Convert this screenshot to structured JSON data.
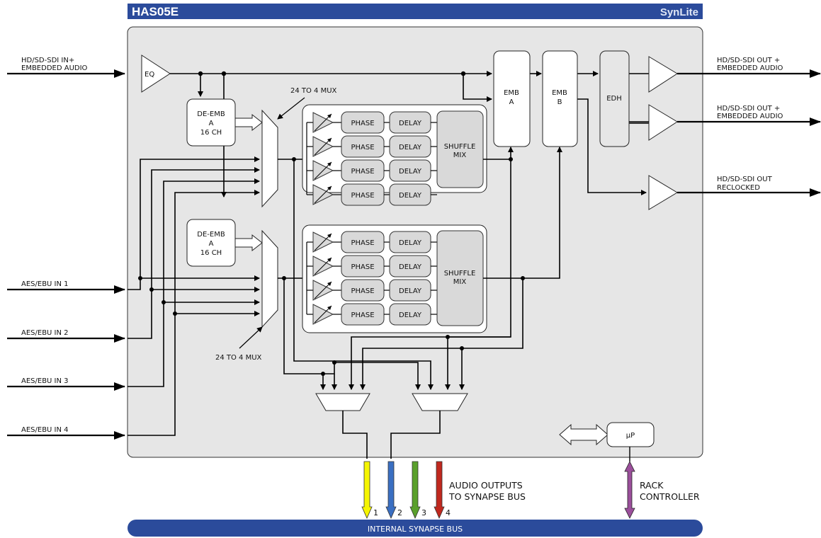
{
  "header": {
    "model": "HAS05E",
    "series": "SynLite"
  },
  "inputs": {
    "sdi_in_line1": "HD/SD-SDI IN+",
    "sdi_in_line2": "EMBEDDED AUDIO",
    "aes1": "AES/EBU IN 1",
    "aes2": "AES/EBU IN 2",
    "aes3": "AES/EBU IN 3",
    "aes4": "AES/EBU IN 4"
  },
  "outputs": {
    "out1_line1": "HD/SD-SDI OUT +",
    "out1_line2": "EMBEDDED AUDIO",
    "out2_line1": "HD/SD-SDI OUT +",
    "out2_line2": "EMBEDDED AUDIO",
    "out3_line1": "HD/SD-SDI OUT",
    "out3_line2": "RECLOCKED"
  },
  "blocks": {
    "eq": "EQ",
    "deemb_line1": "DE-EMB",
    "deemb_line2": "A",
    "deemb_line3": "16 CH",
    "mux_top": "24 TO 4 MUX",
    "mux_bottom": "24 TO 4 MUX",
    "phase": "PHASE",
    "delay": "DELAY",
    "shuffle_line1": "SHUFFLE",
    "shuffle_line2": "MIX",
    "emba_line1": "EMB",
    "emba_line2": "A",
    "embb_line1": "EMB",
    "embb_line2": "B",
    "edh": "EDH",
    "up": "µP"
  },
  "bus": {
    "label": "INTERNAL SYNAPSE BUS",
    "audio_line1": "AUDIO OUTPUTS",
    "audio_line2": "TO SYNAPSE BUS",
    "rack_line1": "RACK",
    "rack_line2": "CONTROLLER",
    "ch1": "1",
    "ch2": "2",
    "ch3": "3",
    "ch4": "4"
  },
  "colors": {
    "header": "#2b4b9b",
    "panel": "#e6e6e6",
    "bus": "#2b4b9b",
    "ch1": "#f5f500",
    "ch2": "#3a6fc2",
    "ch3": "#5aa02c",
    "ch4": "#c0281e",
    "rack": "#9b4f9b"
  }
}
